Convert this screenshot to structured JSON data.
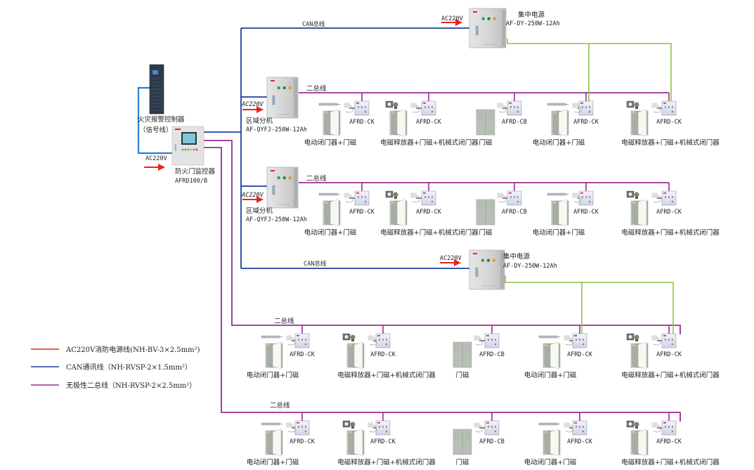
{
  "colors": {
    "power": "#e8231f",
    "can": "#1e3f9c",
    "bus": "#9b2b96",
    "green": "#8cc63f",
    "signal": "#2a7fd4",
    "wire": "#111111"
  },
  "fire_alarm_controller": {
    "label": "火灾报警控制器",
    "signal_label": "（信号线）"
  },
  "monitor": {
    "power_label": "AC220V",
    "name": "防火门监控器",
    "model": "AFRD100/B"
  },
  "power_supplies": [
    {
      "power_label": "AC220V",
      "name": "集中电源",
      "model": "AF-DY-250W-12Ah",
      "can_label": "CAN总线"
    },
    {
      "power_label": "AC220V",
      "name": "集中电源",
      "model": "AF-DY-250W-12Ah",
      "can_label": "CAN总线"
    }
  ],
  "rows": [
    {
      "unit": {
        "power_label": "AC220V",
        "name": "区域分机",
        "model": "AF-QYFJ-250W-12Ah"
      },
      "bus_label": "二总线",
      "doors": [
        {
          "module": "AFRD-CK",
          "type": "closer",
          "caption": "电动闭门器+门磁",
          "green": false
        },
        {
          "module": "AFRD-CK",
          "type": "release",
          "caption": "电磁释放器+门磁+机械式闭门器",
          "green": false
        },
        {
          "module": "AFRD-CB",
          "type": "double",
          "caption": "门磁",
          "green": false
        },
        {
          "module": "AFRD-CK",
          "type": "closer",
          "caption": "电动闭门器+门磁",
          "green": true
        },
        {
          "module": "AFRD-CK",
          "type": "release",
          "caption": "电磁释放器+门磁+机械式闭门器",
          "green": true
        }
      ]
    },
    {
      "unit": {
        "power_label": "AC220V",
        "name": "区域分机",
        "model": "AF-QYFJ-250W-12Ah"
      },
      "bus_label": "二总线",
      "doors": [
        {
          "module": "AFRD-CK",
          "type": "closer",
          "caption": "电动闭门器+门磁",
          "green": false
        },
        {
          "module": "AFRD-CK",
          "type": "release",
          "caption": "电磁释放器+门磁+机械式闭门器",
          "green": false
        },
        {
          "module": "AFRD-CB",
          "type": "double",
          "caption": "门磁",
          "green": false
        },
        {
          "module": "AFRD-CK",
          "type": "closer",
          "caption": "电动闭门器+门磁",
          "green": false
        },
        {
          "module": "AFRD-CK",
          "type": "release",
          "caption": "电磁释放器+门磁+机械式闭门器",
          "green": false
        }
      ]
    },
    {
      "bus_label": "二总线",
      "doors": [
        {
          "module": "AFRD-CK",
          "type": "closer",
          "caption": "电动闭门器+门磁",
          "green": false
        },
        {
          "module": "AFRD-CK",
          "type": "release",
          "caption": "电磁释放器+门磁+机械式闭门器",
          "green": false
        },
        {
          "module": "AFRD-CB",
          "type": "double",
          "caption": "门磁",
          "green": false
        },
        {
          "module": "AFRD-CK",
          "type": "closer",
          "caption": "电动闭门器+门磁",
          "green": true
        },
        {
          "module": "AFRD-CK",
          "type": "release",
          "caption": "电磁释放器+门磁+机械式闭门器",
          "green": true
        }
      ]
    },
    {
      "bus_label": "二总线",
      "doors": [
        {
          "module": "AFRD-CK",
          "type": "closer",
          "caption": "电动闭门器+门磁",
          "green": false
        },
        {
          "module": "AFRD-CK",
          "type": "release",
          "caption": "电磁释放器+门磁+机械式闭门器",
          "green": false
        },
        {
          "module": "AFRD-CB",
          "type": "double",
          "caption": "门磁",
          "green": false
        },
        {
          "module": "AFRD-CK",
          "type": "closer",
          "caption": "电动闭门器+门磁",
          "green": false
        },
        {
          "module": "AFRD-CK",
          "type": "release",
          "caption": "电磁释放器+门磁+机械式闭门器",
          "green": false
        }
      ]
    }
  ],
  "legend": [
    {
      "color_key": "power",
      "label": "AC220V消防电源线(NH-BV-3×2.5mm²)"
    },
    {
      "color_key": "can",
      "label": "CAN通讯线（NH-RVSP-2×1.5mm²）"
    },
    {
      "color_key": "bus",
      "label": "无极性二总线（NH-RVSP-2×2.5mm²）"
    }
  ]
}
